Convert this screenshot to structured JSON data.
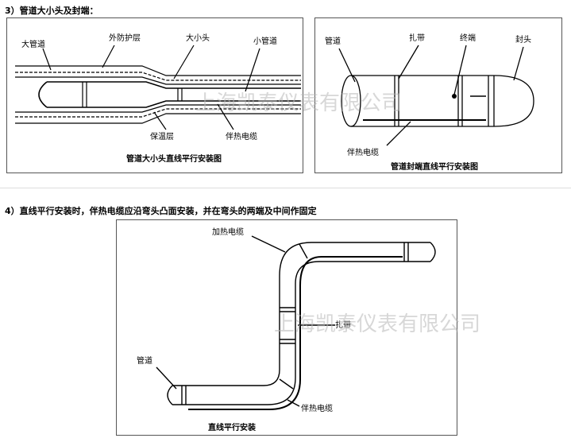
{
  "section3": {
    "heading": "3）管道大小头及封端：",
    "diagram1": {
      "labels": {
        "big_pipe": "大管道",
        "outer_layer": "外防护层",
        "reducer": "大小头",
        "small_pipe": "小管道",
        "insulation": "保温层",
        "heat_cable": "伴热电缆"
      },
      "caption": "管道大小头直线平行安装图"
    },
    "diagram2": {
      "labels": {
        "pipe": "管道",
        "strap": "扎带",
        "terminal": "终端",
        "end_cap": "封头",
        "heat_cable": "伴热电缆"
      },
      "caption": "管道封端直线平行安装图"
    }
  },
  "section4": {
    "heading": "4）直线平行安装时，伴热电缆应沿弯头凸面安装，并在弯头的两端及中间作固定",
    "diagram3": {
      "labels": {
        "heating_cable": "加热电缆",
        "strap": "扎带",
        "pipe": "管道",
        "heat_cable": "伴热电缆"
      },
      "caption": "直线平行安装"
    }
  },
  "watermark": "上海凯泰仪表有限公司",
  "colors": {
    "line": "#000000",
    "frame": "#555555",
    "watermark": "#b8b8b8"
  }
}
